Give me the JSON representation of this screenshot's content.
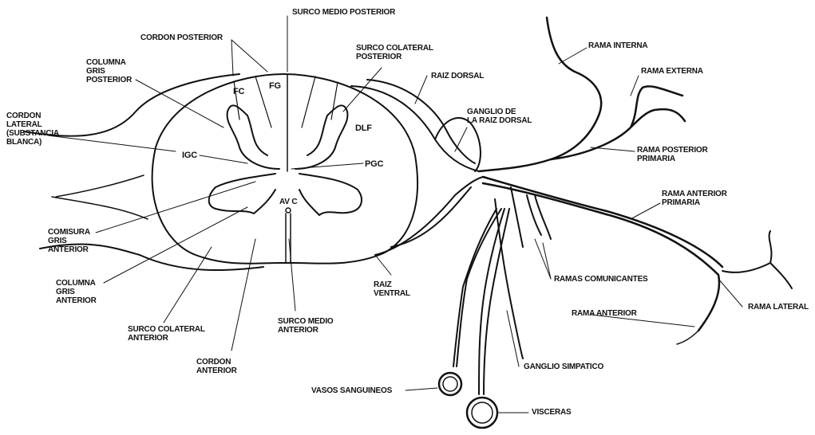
{
  "labels": {
    "surco_medio_posterior": "SURCO MEDIO POSTERIOR",
    "cordon_posterior": "CORDON POSTERIOR",
    "columna_gris_posterior": "COLUMNA\nGRIS\nPOSTERIOR",
    "surco_colateral_posterior": "SURCO COLATERAL\nPOSTERIOR",
    "fc": "FC",
    "fg": "FG",
    "raiz_dorsal": "RAIZ DORSAL",
    "ganglio_raiz_dorsal": "GANGLIO DE\nLA RAIZ DORSAL",
    "dlf": "DLF",
    "cordon_lateral": "CORDON\nLATERAL\n(SUBSTANCIA\nBLANCA)",
    "igc": "IGC",
    "pgc": "PGC",
    "avc": "AV C",
    "comisura_gris_anterior": "COMISURA\nGRIS\nANTERIOR",
    "columna_gris_anterior": "COLUMNA\nGRIS\nANTERIOR",
    "surco_colateral_anterior": "SURCO COLATERAL\nANTERIOR",
    "cordon_anterior": "CORDON\nANTERIOR",
    "surco_medio_anterior": "SURCO MEDIO\nANTERIOR",
    "raiz_ventral": "RAIZ\nVENTRAL",
    "rama_interna": "RAMA INTERNA",
    "rama_externa": "RAMA EXTERNA",
    "rama_posterior_primaria": "RAMA POSTERIOR\nPRIMARIA",
    "rama_anterior_primaria": "RAMA ANTERIOR\nPRIMARIA",
    "ramas_comunicantes": "RAMAS COMUNICANTES",
    "rama_anterior": "RAMA ANTERIOR",
    "rama_lateral": "RAMA LATERAL",
    "ganglio_simpatico": "GANGLIO SIMPATICO",
    "vasos_sanguineos": "VASOS SANGUINEOS",
    "visceras": "VISCERAS"
  }
}
